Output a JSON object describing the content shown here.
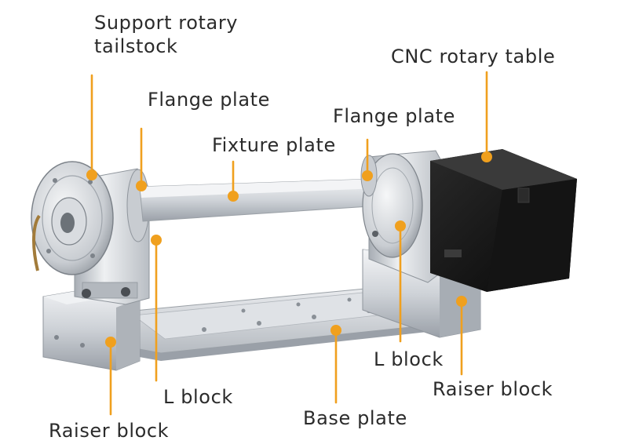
{
  "labels": {
    "support_tailstock": "Support rotary tailstock",
    "flange_left": "Flange plate",
    "fixture_plate": "Fixture plate",
    "flange_right": "Flange plate",
    "cnc_table": "CNC rotary table",
    "l_block_left": "L block",
    "l_block_right": "L block",
    "raiser_left": "Raiser block",
    "raiser_right": "Raiser block",
    "base_plate": "Base plate"
  },
  "colors": {
    "callout": "#f0a01e",
    "text": "#2b2b2b"
  }
}
